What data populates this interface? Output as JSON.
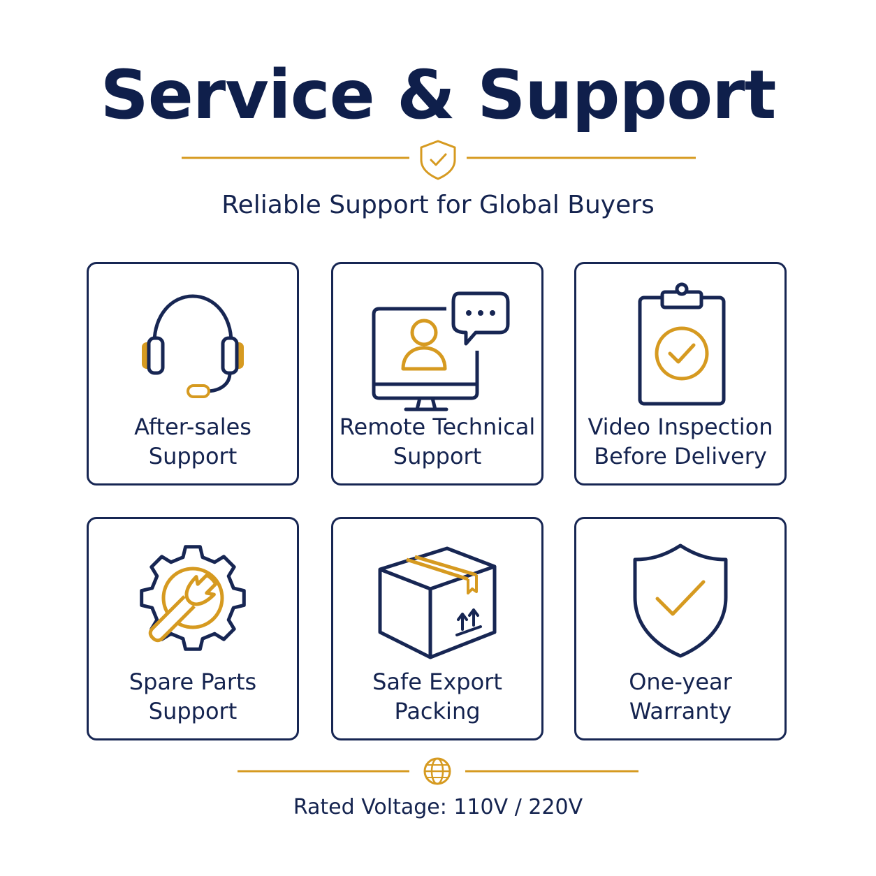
{
  "header": {
    "title": "Service & Support",
    "subtitle": "Reliable Support for Global Buyers"
  },
  "colors": {
    "navy": "#172653",
    "gold": "#d69a20",
    "background": "#ffffff"
  },
  "cards": [
    {
      "line1": "After-sales",
      "line2": "Support",
      "icon": "headset-icon"
    },
    {
      "line1": "Remote Technical",
      "line2": "Support",
      "icon": "monitor-chat-icon"
    },
    {
      "line1": "Video Inspection",
      "line2": "Before Delivery",
      "icon": "clipboard-check-icon"
    },
    {
      "line1": "Spare Parts",
      "line2": "Support",
      "icon": "gear-wrench-icon"
    },
    {
      "line1": "Safe Export",
      "line2": "Packing",
      "icon": "box-icon"
    },
    {
      "line1": "One-year",
      "line2": "Warranty",
      "icon": "shield-check-icon"
    }
  ],
  "footer": {
    "text": "Rated Voltage:  110V  / 220V",
    "icon": "globe-icon"
  }
}
